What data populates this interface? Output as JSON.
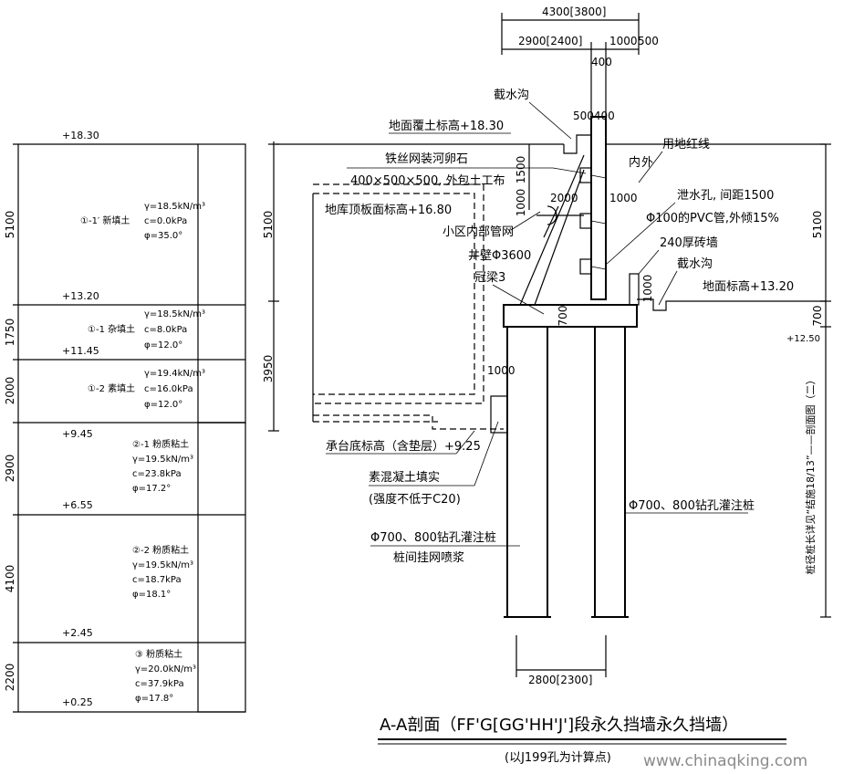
{
  "dimensions": {
    "top_total": "4300[3800]",
    "top_left": "2900[2400]",
    "top_1000": "1000",
    "top_500": "500",
    "top_400": "400",
    "cap_500_400": "500400",
    "left_5100": "5100",
    "left_3950": "3950",
    "right_5100": "5100",
    "right_700": "700",
    "dim_1500": "1500",
    "dim_1000_a": "1000",
    "dim_2000": "2000",
    "dim_1000_b": "1000",
    "dim_1000_c": "1000",
    "dim_1000_d": "1000",
    "dim_700": "700",
    "bottom_width": "2800[2300]"
  },
  "labels": {
    "intercept_ditch_top": "截水沟",
    "ground_cover": "地面覆土标高+18.30",
    "inside": "内",
    "outside": "外",
    "red_line": "用地红线",
    "gabion_1": "铁丝网装河卵石",
    "gabion_2": "400×500×500, 外包土工布",
    "drain_hole": "泄水孔, 间距1500",
    "pvc": "Φ100的PVC管,外倾15%",
    "garage_roof": "地库顶板面标高+16.80",
    "pipe_net": "小区内部管网",
    "brick_wall": "240厚砖墙",
    "tube_wall": "井壁Φ3600",
    "intercept_ditch_right": "截水沟",
    "crown_beam": "冠梁3",
    "ground_level": "地面标高+13.20",
    "cap_bottom": "承台底标高（含垫层）+9.25",
    "fill_1": "素混凝土填实",
    "fill_2": "(强度不低于C20)",
    "pile_right": "Φ700、800钻孔灌注桩",
    "pile_left_1": "Φ700、800钻孔灌注桩",
    "pile_left_2": "桩间挂网喷浆",
    "vertical_note": "桩径桩长详见“结施18/13”——剖面图（二）",
    "elev_right": "+12.50"
  },
  "title": {
    "main": "A-A剖面（FF'G[GG'HH'J']段永久挡墙永久挡墙）",
    "sub": "(以J199孔为计算点)",
    "watermark": "www.chinaqking.com"
  },
  "soil_column": {
    "elevations": [
      "+18.30",
      "+13.20",
      "+11.45",
      "+9.45",
      "+6.55",
      "+2.45",
      "+0.25"
    ],
    "thicknesses": [
      "5100",
      "1750",
      "2000",
      "2900",
      "4100",
      "2200"
    ],
    "layers": [
      {
        "name": "①-1′ 新填土",
        "props": [
          "γ=18.5kN/m³",
          "c=0.0kPa",
          "φ=35.0°"
        ]
      },
      {
        "name": "①-1 杂填土",
        "props": [
          "γ=18.5kN/m³",
          "c=8.0kPa",
          "φ=12.0°"
        ]
      },
      {
        "name": "①-2 素填土",
        "props": [
          "γ=19.4kN/m³",
          "c=16.0kPa",
          "φ=12.0°"
        ]
      },
      {
        "name": "②-1 粉质粘土",
        "props": [
          "γ=19.5kN/m³",
          "c=23.8kPa",
          "φ=17.2°"
        ]
      },
      {
        "name": "②-2 粉质粘土",
        "props": [
          "γ=19.5kN/m³",
          "c=18.7kPa",
          "φ=18.1°"
        ]
      },
      {
        "name": "③ 粉质粘土",
        "props": [
          "γ=20.0kN/m³",
          "c=37.9kPa",
          "φ=17.8°"
        ]
      }
    ]
  }
}
